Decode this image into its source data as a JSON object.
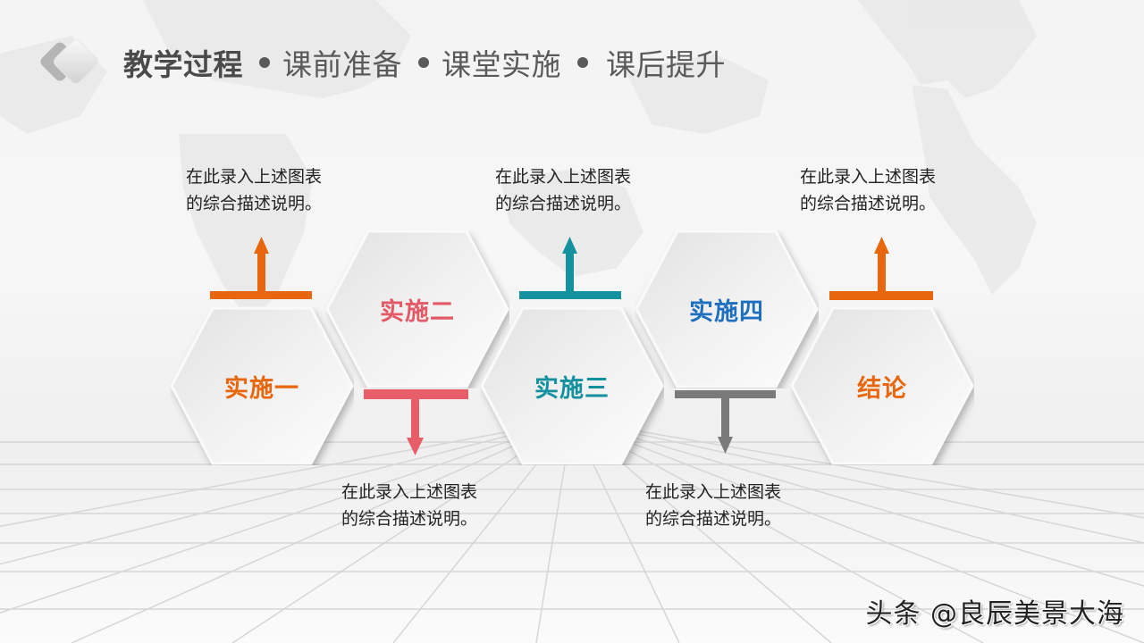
{
  "header": {
    "title_main": "教学过程",
    "steps": [
      "课前准备",
      "课堂实施",
      "课后提升"
    ],
    "logo_icon": "double-diamond-icon"
  },
  "hexagons": [
    {
      "label": "实施一",
      "color": "#e8670e"
    },
    {
      "label": "实施二",
      "color": "#e35a66"
    },
    {
      "label": "实施三",
      "color": "#13919e"
    },
    {
      "label": "实施四",
      "color": "#1f6fbf"
    },
    {
      "label": "结论",
      "color": "#e8670e"
    }
  ],
  "arrows": [
    {
      "direction": "up",
      "color": "#e8670e"
    },
    {
      "direction": "down",
      "color": "#e85e68"
    },
    {
      "direction": "up",
      "color": "#14929f"
    },
    {
      "direction": "down",
      "color": "#7a7a7a"
    },
    {
      "direction": "up",
      "color": "#e8670e"
    }
  ],
  "descriptions": [
    {
      "line1": "在此录入上述图表",
      "line2": "的综合描述说明。"
    },
    {
      "line1": "在此录入上述图表",
      "line2": "的综合描述说明。"
    },
    {
      "line1": "在此录入上述图表",
      "line2": "的综合描述说明。"
    },
    {
      "line1": "在此录入上述图表",
      "line2": "的综合描述说明。"
    },
    {
      "line1": "在此录入上述图表",
      "line2": "的综合描述说明。"
    }
  ],
  "watermark": "头条 @良辰美景大海"
}
